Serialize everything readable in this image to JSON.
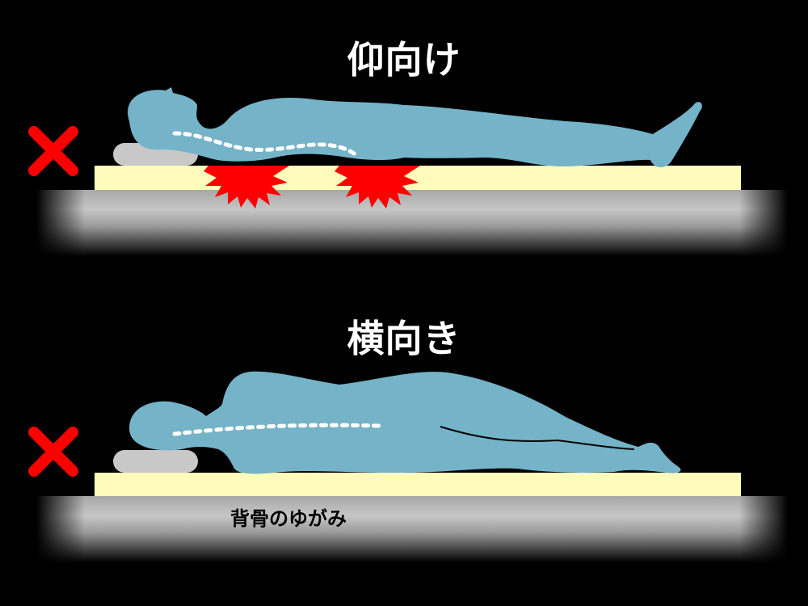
{
  "diagram": {
    "colors": {
      "background": "#000000",
      "body": "#75B3C8",
      "pillow": "#C8C8C8",
      "mattress": "#FFFBBB",
      "floor": "#C0C0C0",
      "pressure": "#FF0000",
      "x_mark": "#FF0000",
      "spine_dots": "#FFFFFF",
      "title_text": "#FFFFFF",
      "label_text": "#000000"
    },
    "panels": [
      {
        "title": "仰向け",
        "verdict_icon": "x-mark-icon",
        "pose": "supine",
        "annotations": [
          "pressure-point-shoulders",
          "pressure-point-hips"
        ]
      },
      {
        "title": "横向き",
        "verdict_icon": "x-mark-icon",
        "pose": "side-lying",
        "label": "背骨のゆがみ"
      }
    ]
  }
}
